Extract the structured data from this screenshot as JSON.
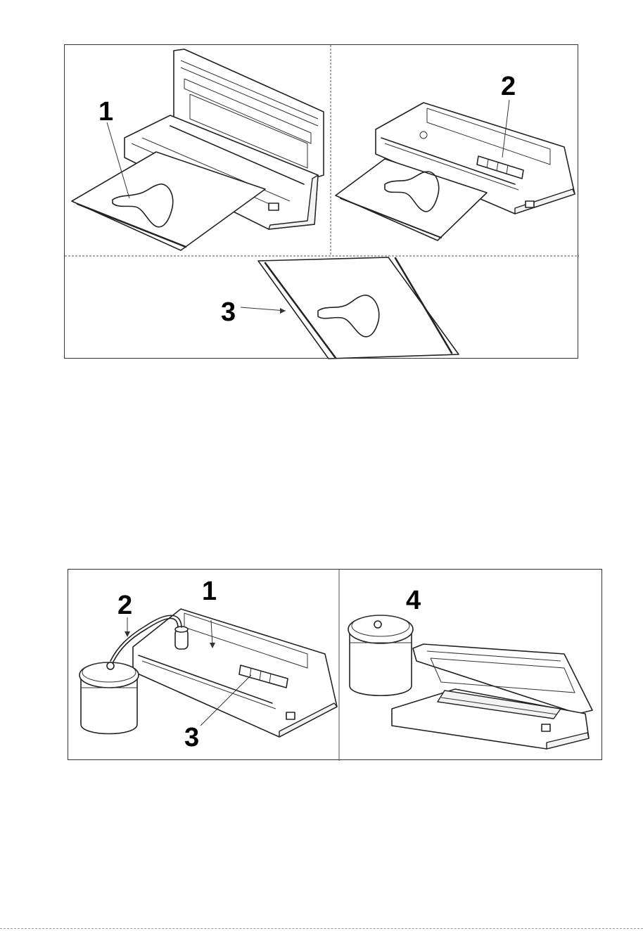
{
  "top_figure": {
    "panels": [
      {
        "id": "insert-bag",
        "callout": "1"
      },
      {
        "id": "close-lid-press-button",
        "callout": "2"
      },
      {
        "id": "sealed-bag",
        "callout": "3"
      }
    ]
  },
  "bottom_figure": {
    "panels": [
      {
        "id": "canister-connected",
        "callouts": [
          "2",
          "1",
          "3"
        ]
      },
      {
        "id": "canister-detached",
        "callout": "4"
      }
    ]
  }
}
